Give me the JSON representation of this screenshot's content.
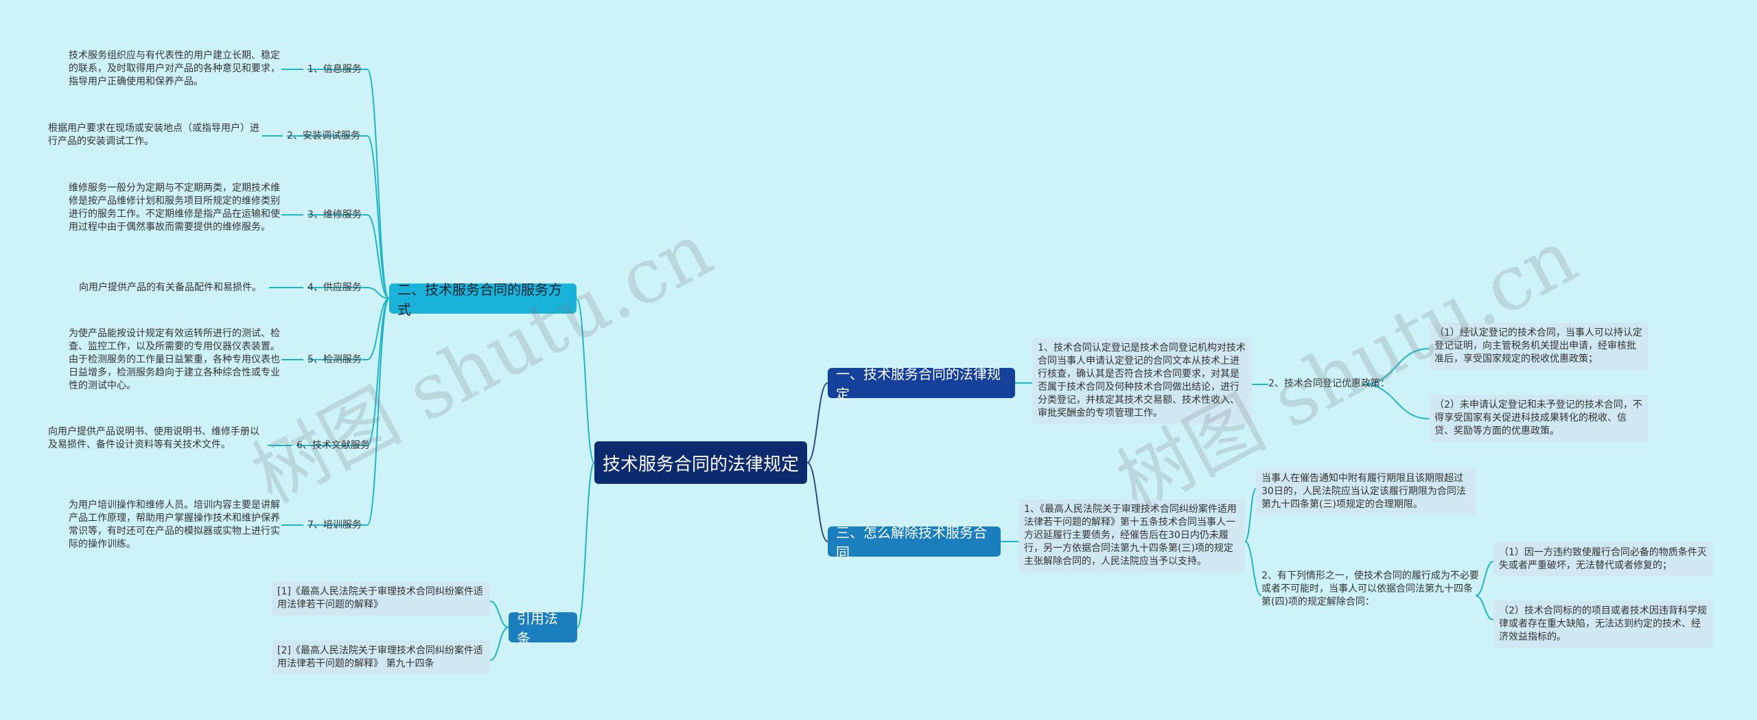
{
  "root": "技术服务合同的法律规定",
  "branches": {
    "b1": "一、技术服务合同的法律规定",
    "b2": "二、技术服务合同的服务方式",
    "b3": "三、怎么解除技术服务合同",
    "b4": "引用法条"
  },
  "b1": {
    "desc": "1、技术合同认定登记是技术合同登记机构对技术合同当事人申请认定登记的合同文本从技术上进行核查，确认其是否符合技术合同要求，对其是否属于技术合同及何种技术合同做出结论，进行分类登记，并核定其技术交易额、技术性收入、审批奖酬金的专项管理工作。",
    "sub": "2、技术合同登记优惠政策：",
    "items": [
      "（1）经认定登记的技术合同，当事人可以持认定登记证明，向主管税务机关提出申请，经审核批准后，享受国家规定的税收优惠政策；",
      "（2）未申请认定登记和未予登记的技术合同，不得享受国家有关促进科技成果转化的税收、信贷、奖励等方面的优惠政策。"
    ]
  },
  "b2": {
    "items": [
      {
        "label": "1、信息服务",
        "text": "技术服务组织应与有代表性的用户建立长期、稳定的联系，及时取得用户对产品的各种意见和要求，指导用户正确使用和保养产品。"
      },
      {
        "label": "2、安装调试服务",
        "text": "根据用户要求在现场或安装地点（或指导用户）进行产品的安装调试工作。"
      },
      {
        "label": "3、维修服务",
        "text": "维修服务一般分为定期与不定期两类，定期技术维修是按产品维修计划和服务项目所规定的维修类别进行的服务工作。不定期维修是指产品在运输和使用过程中由于偶然事故而需要提供的维修服务。"
      },
      {
        "label": "4、供应服务",
        "text": "向用户提供产品的有关备品配件和易损件。"
      },
      {
        "label": "5、检测服务",
        "text": "为使产品能按设计规定有效运转所进行的测试、检查、监控工作，以及所需要的专用仪器仪表装置。由于检测服务的工作量日益繁重，各种专用仪表也日益增多，检测服务趋向于建立各种综合性或专业性的测试中心。"
      },
      {
        "label": "6、技术文献服务",
        "text": "向用户提供产品说明书、使用说明书、维修手册以及易损件、备件设计资料等有关技术文件。"
      },
      {
        "label": "7、培训服务",
        "text": "为用户培训操作和维修人员。培训内容主要是讲解产品工作原理，帮助用户掌握操作技术和维护保养常识等，有时还可在产品的模拟器或实物上进行实际的操作训练。"
      }
    ]
  },
  "b3": {
    "desc": "1、《最高人民法院关于审理技术合同纠纷案件适用法律若干问题的解释》第十五条技术合同当事人一方迟延履行主要债务，经催告后在30日内仍未履行，另一方依据合同法第九十四条第(三)项的规定主张解除合同的，人民法院应当予以支持。",
    "sub1": "当事人在催告通知中附有履行期限且该期限超过30日的，人民法院应当认定该履行期限为合同法第九十四条第(三)项规定的合理期限。",
    "sub2": "2、有下列情形之一，使技术合同的履行成为不必要或者不可能时，当事人可以依据合同法第九十四条第(四)项的规定解除合同：",
    "items": [
      "（1）因一方违约致使履行合同必备的物质条件灭失或者严重破坏，无法替代或者修复的；",
      "（2）技术合同标的的项目或者技术因违背科学规律或者存在重大缺陷，无法达到约定的技术、经济效益指标的。"
    ]
  },
  "b4": {
    "items": [
      "[1]《最高人民法院关于审理技术合同纠纷案件适用法律若干问题的解释》",
      "[2]《最高人民法院关于审理技术合同纠纷案件适用法律若干问题的解释》 第九十四条"
    ]
  },
  "watermark": "树图 shutu.cn",
  "colors": {
    "background": "#cdf2f8",
    "root": "#0c2a6e",
    "line": "#1fb5c9",
    "box": "#cfe8f2"
  }
}
